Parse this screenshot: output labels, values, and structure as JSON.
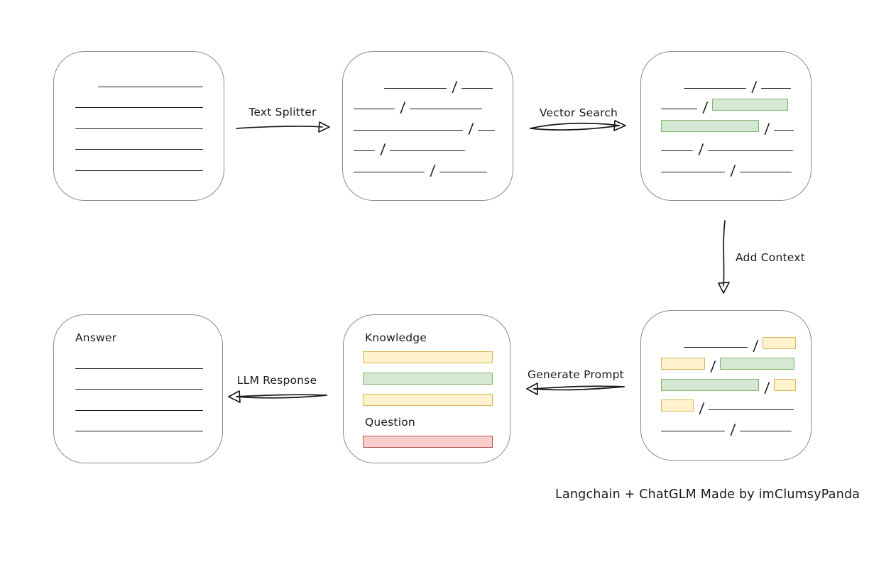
{
  "caption": "Langchain + ChatGLM Made by imClumsyPanda",
  "arrows": {
    "text_splitter": "Text Splitter",
    "vector_search": "Vector Search",
    "add_context": "Add Context",
    "generate_prompt": "Generate Prompt",
    "llm_response": "LLM Response"
  },
  "colors": {
    "green_fill": "#d5e8d4",
    "green_border": "#82b366",
    "yellow_fill": "#fff2cc",
    "yellow_border": "#d6b656",
    "red_fill": "#f8cecc",
    "red_border": "#b85450",
    "box_border": "#8a8a8a",
    "ink": "#1a1a1a"
  },
  "boxes": {
    "document": {
      "rows": [
        [
          {
            "k": "line",
            "w": 148,
            "ind": 32
          }
        ],
        [
          {
            "k": "line",
            "w": 180
          }
        ],
        [
          {
            "k": "line",
            "w": 180
          }
        ],
        [
          {
            "k": "line",
            "w": 180
          }
        ],
        [
          {
            "k": "line",
            "w": 180
          }
        ]
      ]
    },
    "chunks": {
      "rows": [
        [
          {
            "k": "line",
            "w": 88,
            "ind": 43
          },
          {
            "k": "slash"
          },
          {
            "k": "line",
            "w": 44
          }
        ],
        [
          {
            "k": "line",
            "w": 58
          },
          {
            "k": "slash"
          },
          {
            "k": "line",
            "w": 102
          }
        ],
        [
          {
            "k": "line",
            "w": 154
          },
          {
            "k": "slash"
          },
          {
            "k": "line",
            "w": 24
          }
        ],
        [
          {
            "k": "line",
            "w": 30
          },
          {
            "k": "slash"
          },
          {
            "k": "line",
            "w": 106
          }
        ],
        [
          {
            "k": "line",
            "w": 100
          },
          {
            "k": "slash"
          },
          {
            "k": "line",
            "w": 67
          }
        ]
      ]
    },
    "vector": {
      "rows": [
        [
          {
            "k": "line",
            "w": 88,
            "ind": 32
          },
          {
            "k": "slash"
          },
          {
            "k": "line",
            "w": 42
          }
        ],
        [
          {
            "k": "line",
            "w": 51
          },
          {
            "k": "slash"
          },
          {
            "k": "chip",
            "c": "green",
            "w": 105
          }
        ],
        [
          {
            "k": "chip",
            "c": "green",
            "w": 136
          },
          {
            "k": "slash"
          },
          {
            "k": "line",
            "w": 28
          }
        ],
        [
          {
            "k": "line",
            "w": 45
          },
          {
            "k": "slash"
          },
          {
            "k": "line",
            "w": 120
          }
        ],
        [
          {
            "k": "line",
            "w": 90
          },
          {
            "k": "slash"
          },
          {
            "k": "line",
            "w": 73
          }
        ]
      ]
    },
    "context": {
      "rows": [
        [
          {
            "k": "line",
            "w": 90,
            "ind": 32
          },
          {
            "k": "slash"
          },
          {
            "k": "chip",
            "c": "yellow",
            "w": 45
          }
        ],
        [
          {
            "k": "chip",
            "c": "yellow",
            "w": 60
          },
          {
            "k": "slash"
          },
          {
            "k": "chip",
            "c": "green",
            "w": 103
          }
        ],
        [
          {
            "k": "chip",
            "c": "green",
            "w": 136
          },
          {
            "k": "slash"
          },
          {
            "k": "chip",
            "c": "yellow",
            "w": 29
          }
        ],
        [
          {
            "k": "chip",
            "c": "yellow",
            "w": 44
          },
          {
            "k": "slash"
          },
          {
            "k": "line",
            "w": 120
          }
        ],
        [
          {
            "k": "line",
            "w": 90
          },
          {
            "k": "slash"
          },
          {
            "k": "line",
            "w": 73
          }
        ]
      ]
    },
    "prompt": {
      "items": [
        {
          "k": "text",
          "text": "Knowledge"
        },
        {
          "k": "bar",
          "c": "yellow"
        },
        {
          "k": "bar",
          "c": "green"
        },
        {
          "k": "bar",
          "c": "yellow"
        },
        {
          "k": "text",
          "text": "Question"
        },
        {
          "k": "bar",
          "c": "red"
        }
      ]
    },
    "answer": {
      "title": "Answer",
      "rows": [
        [
          {
            "k": "line",
            "w": 180
          }
        ],
        [
          {
            "k": "line",
            "w": 180
          }
        ],
        [
          {
            "k": "line",
            "w": 180
          }
        ],
        [
          {
            "k": "line",
            "w": 180
          }
        ]
      ]
    }
  }
}
